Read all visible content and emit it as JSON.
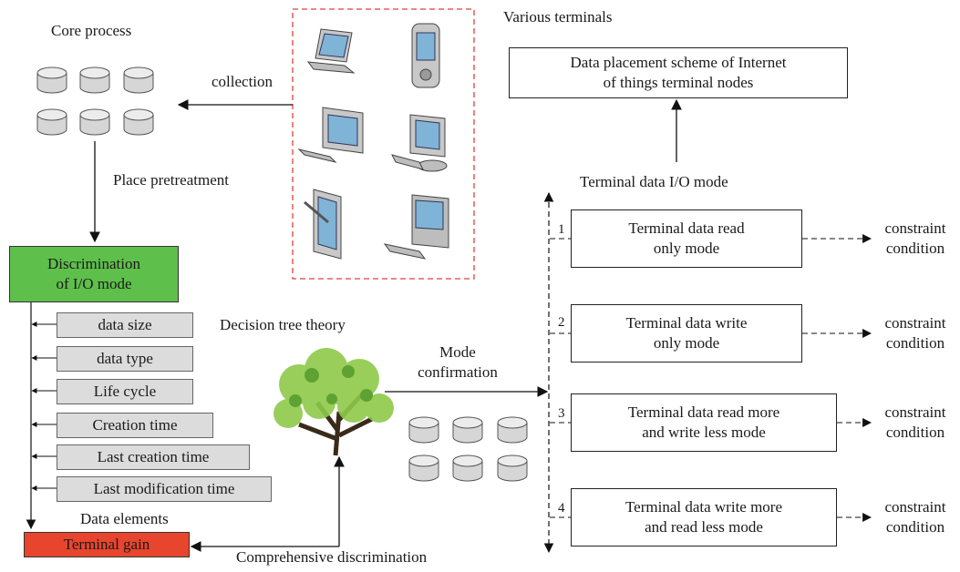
{
  "colors": {
    "discrimination_fill": "#5fbf4b",
    "terminal_gain_fill": "#e8452e",
    "attribute_fill": "#dcdcdc",
    "dashed_border": "#e0413a",
    "db_fill": "#d8d8d8"
  },
  "labels": {
    "core_process": "Core process",
    "collection": "collection",
    "various_terminals": "Various terminals",
    "place_pretreatment": "Place pretreatment",
    "decision_tree_theory": "Decision tree theory",
    "mode_confirmation": "Mode\nconfirmation",
    "data_elements": "Data elements",
    "comprehensive_discrimination": "Comprehensive discrimination",
    "terminal_io_mode": "Terminal data I/O mode"
  },
  "boxes": {
    "placement_scheme": "Data placement scheme of Internet\nof things terminal nodes",
    "discrimination": "Discrimination\nof I/O mode",
    "terminal_gain": "Terminal gain"
  },
  "attributes": [
    "data size",
    "data type",
    "Life cycle",
    "Creation time",
    "Last creation time",
    "Last modification time"
  ],
  "modes": [
    {
      "num": "1",
      "label": "Terminal data read\nonly mode",
      "constraint": "constraint\ncondition"
    },
    {
      "num": "2",
      "label": "Terminal data write\nonly mode",
      "constraint": "constraint\ncondition"
    },
    {
      "num": "3",
      "label": "Terminal data read more\nand write less mode",
      "constraint": "constraint\ncondition"
    },
    {
      "num": "4",
      "label": "Terminal data write more\nand read less mode",
      "constraint": "constraint\ncondition"
    }
  ],
  "icons": [
    "database-icon",
    "laptop-icon",
    "pda-icon",
    "desktop-computer-icon",
    "tablet-icon",
    "tree-icon"
  ]
}
